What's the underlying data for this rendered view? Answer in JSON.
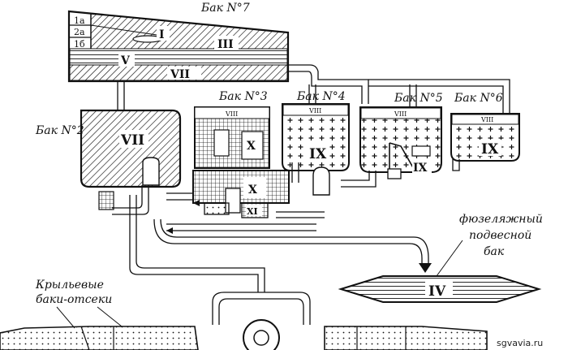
{
  "colors": {
    "ink": "#111111",
    "paper": "#ffffff"
  },
  "tanks": {
    "tank7": {
      "label": "Бак N°7",
      "compartments": [
        "1a",
        "2a",
        "1б"
      ],
      "zones": [
        "I",
        "III",
        "V",
        "VII"
      ]
    },
    "tank2": {
      "label": "Бак N°2",
      "zone": "VII"
    },
    "tank3": {
      "label": "Бак N°3",
      "top": "VIII",
      "zones": [
        "X",
        "X"
      ]
    },
    "tank4": {
      "label": "Бак N°4",
      "top": "VIII",
      "zone": "IX"
    },
    "tank5": {
      "label": "Бак N°5",
      "top": "VIII",
      "zone": "IX"
    },
    "tank6": {
      "label": "Бак N°6",
      "top": "VIII",
      "zone": "IX"
    },
    "fuselage": {
      "label_lines": [
        "фюзеляжный",
        "подвесной",
        "бак"
      ],
      "zone": "IV"
    },
    "wing": {
      "label_lines": [
        "Крыльевые",
        "баки-отсеки"
      ]
    },
    "small_zone": "XI"
  },
  "watermark": "sgvavia.ru"
}
